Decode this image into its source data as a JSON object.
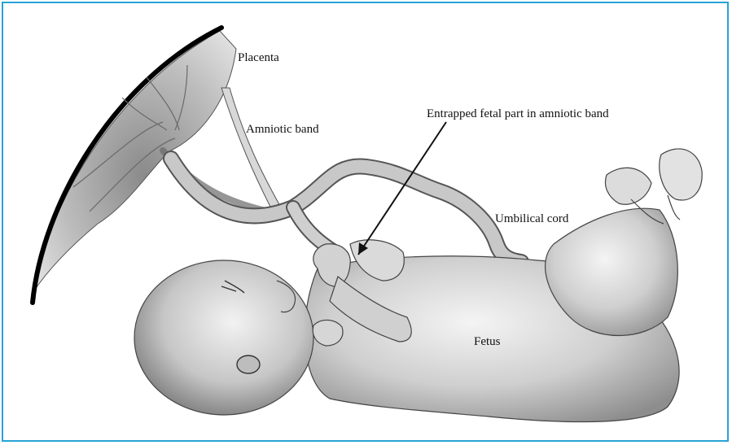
{
  "labels": {
    "placenta": "Placenta",
    "amniotic_band": "Amniotic band",
    "entrapped": "Entrapped fetal part in amniotic band",
    "umbilical_cord": "Umbilical cord",
    "fetus": "Fetus"
  },
  "colors": {
    "frame_border": "#29a3d6",
    "uterine_wall": "#000000",
    "tissue_fill": "#c9c9c9",
    "skin_fill": "#d6d6d6",
    "outline": "#333333"
  }
}
